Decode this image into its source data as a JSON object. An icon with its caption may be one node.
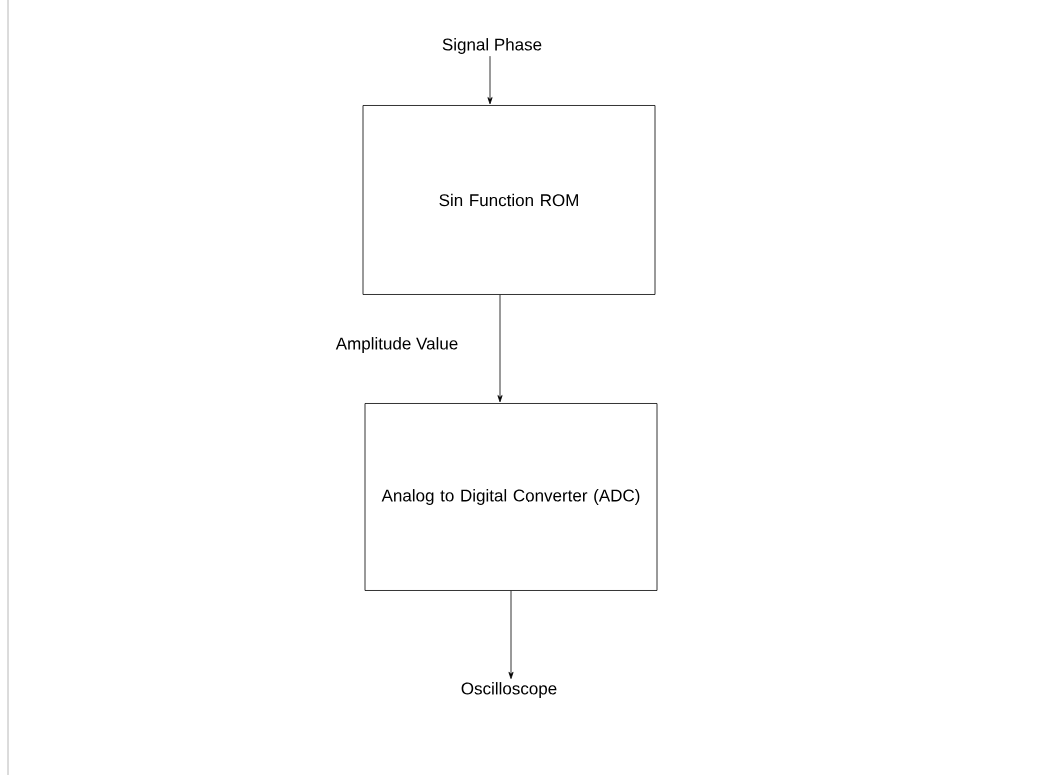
{
  "diagram": {
    "nodes": [
      {
        "text": [
          "Signal Phase"
        ]
      },
      {
        "text": [
          "Sin Function ROM"
        ]
      },
      {
        "text": [
          "Analog to Digital Converter (ADC)"
        ]
      },
      {
        "text": [
          "Oscilloscope"
        ]
      }
    ],
    "edges": [
      {
        "from": 0,
        "to": 1,
        "arrow": "to"
      },
      {
        "from": 1,
        "to": 2,
        "arrow": "to",
        "label": "Amplitude Value"
      },
      {
        "from": 2,
        "to": 3,
        "arrow": "to"
      }
    ]
  }
}
